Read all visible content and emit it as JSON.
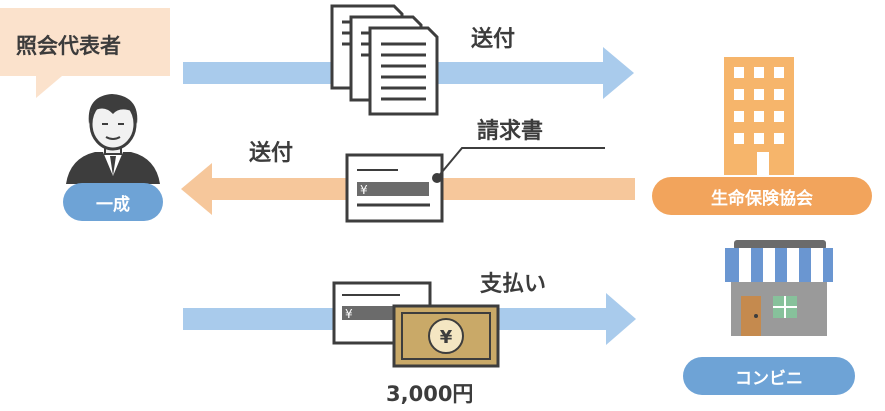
{
  "speech_bubble": {
    "text": "照会代表者"
  },
  "person": {
    "name": "一成"
  },
  "org": {
    "name": "生命保険協会"
  },
  "store": {
    "name": "コンビニ"
  },
  "flows": {
    "send_label_top": "送付",
    "send_label_middle": "送付",
    "invoice_label": "請求書",
    "payment_label": "支払い"
  },
  "invoice": {
    "yen_mark": "¥"
  },
  "banknote": {
    "symbol": "¥"
  },
  "amount": "3,000円",
  "colors": {
    "blue_arrow": "#a9cbec",
    "orange_arrow": "#f6c79b",
    "blue_pill": "#6ea3d6",
    "orange_pill": "#f2a45c",
    "building": "#f6b56b",
    "banknote": "#c9a968"
  }
}
